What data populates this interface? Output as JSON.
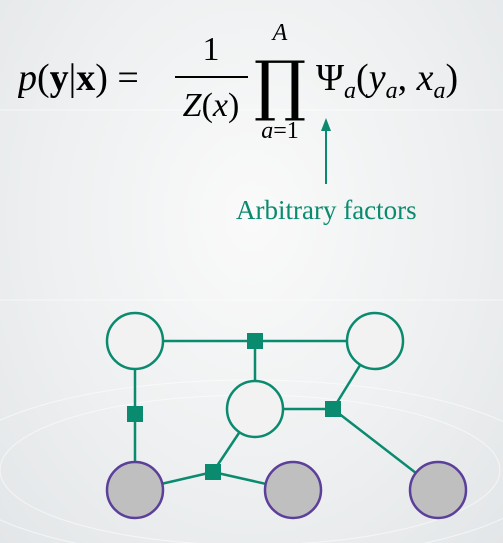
{
  "formula": {
    "lhs": "p(y|x) = ",
    "numerator": "1",
    "denominator": "Z(x)",
    "product_upper": "A",
    "product_lower": "a=1",
    "factor": "Ψa(ya, xa)"
  },
  "annotation": {
    "text": "Arbitrary factors"
  },
  "colors": {
    "accent": "#0a8a6e",
    "factor_fill": "#0a8a6e",
    "hidden_node_stroke": "#0a8a6e",
    "hidden_node_fill": "#f2f2f2",
    "observed_node_stroke": "#5b3f9a",
    "observed_node_fill": "#bfbfbf"
  }
}
